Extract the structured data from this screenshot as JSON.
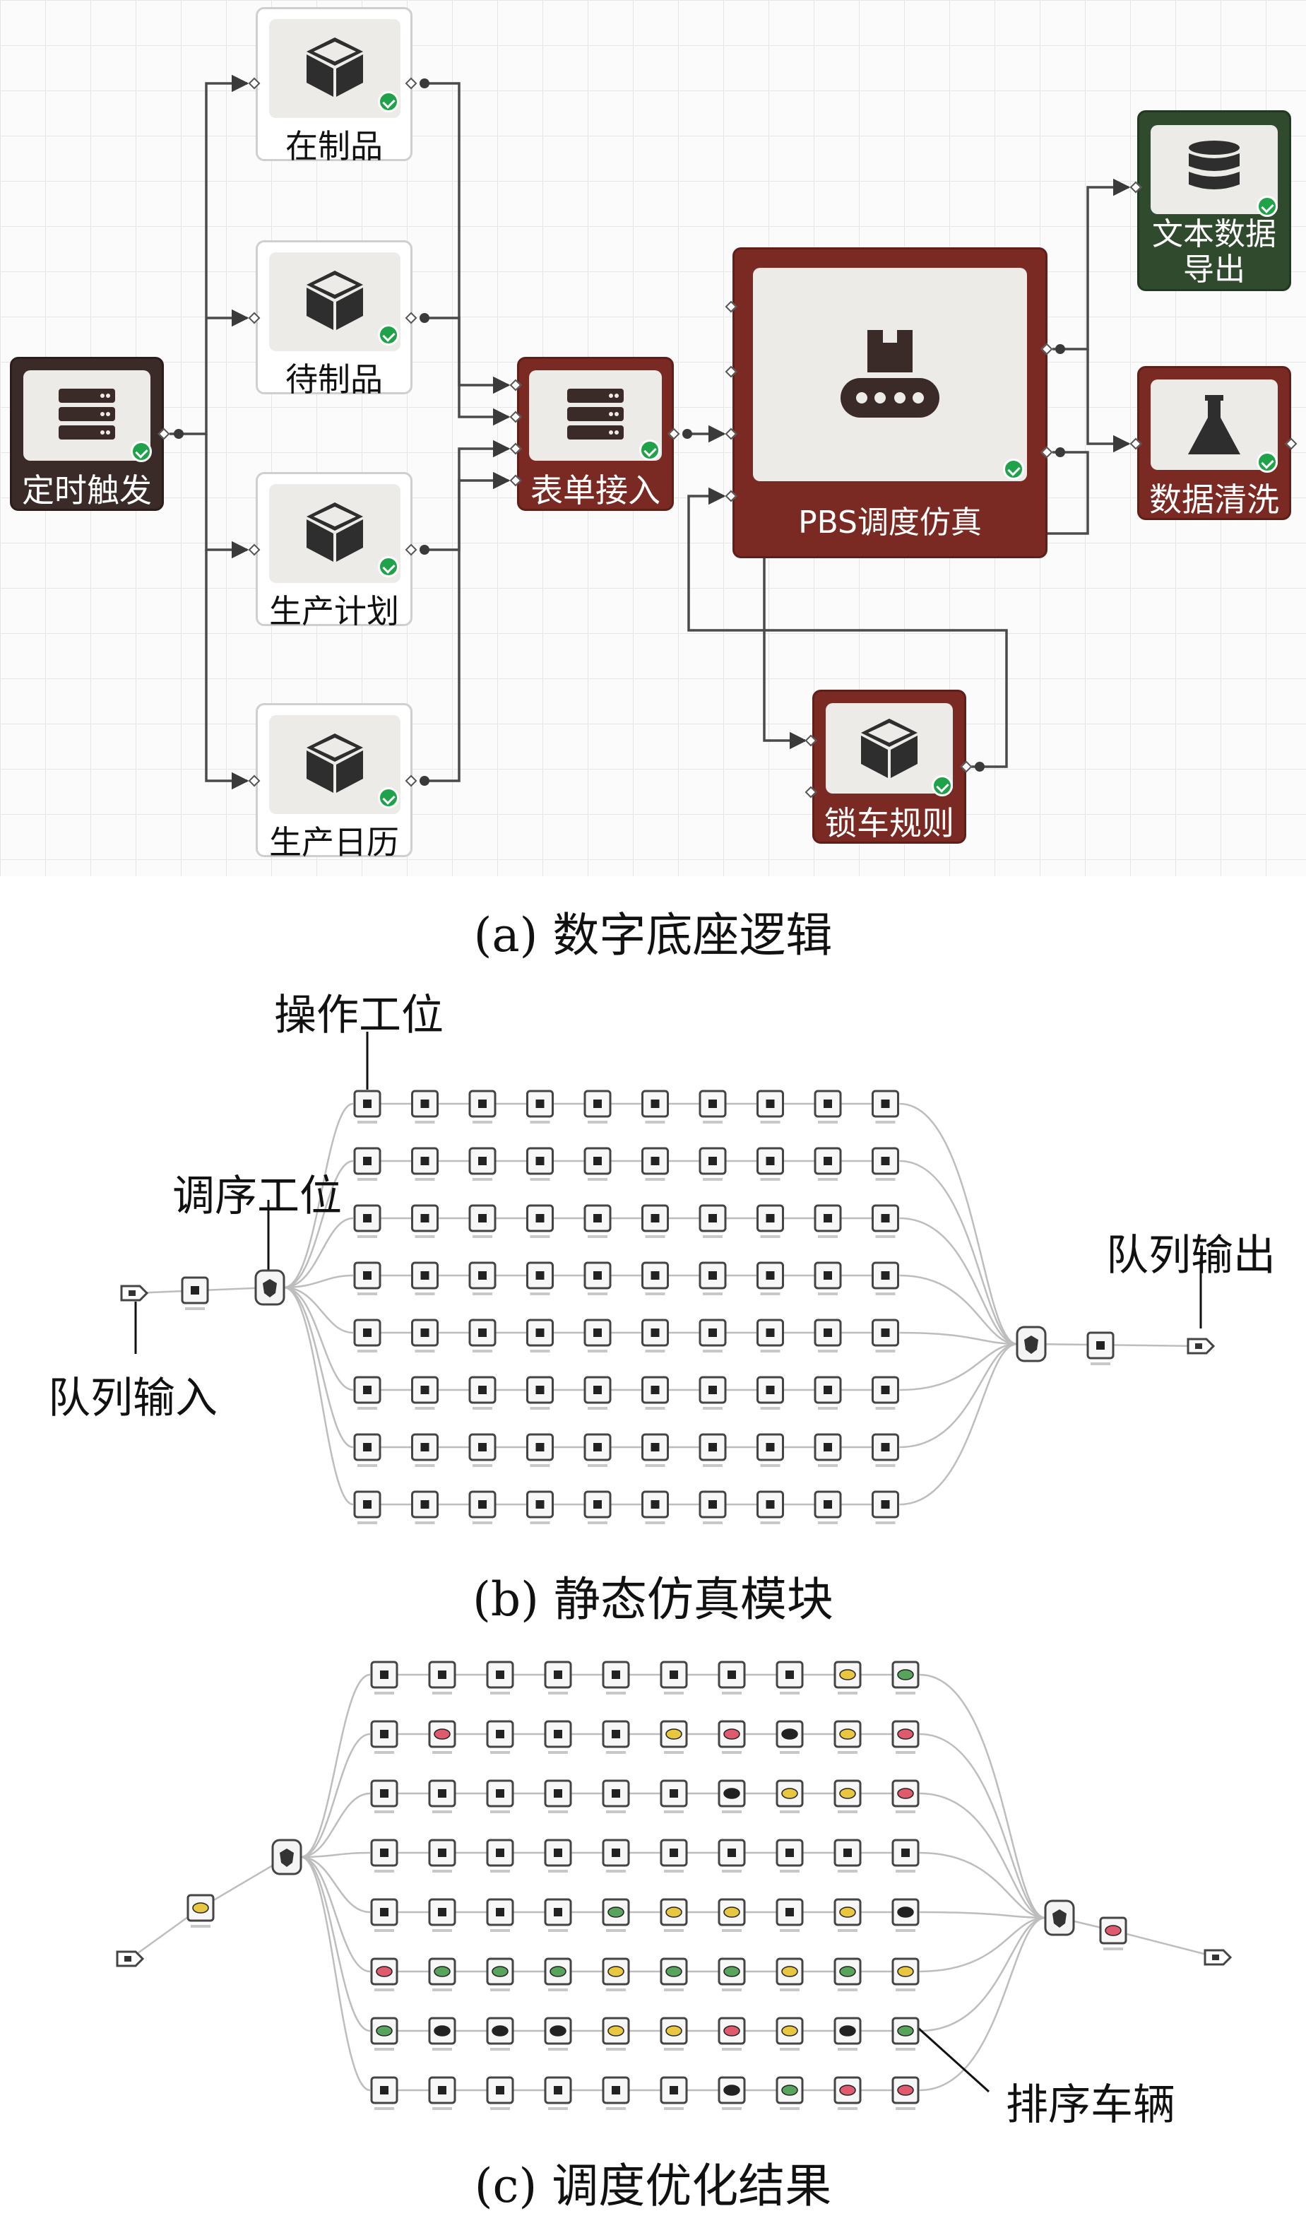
{
  "panel_a": {
    "nodes": {
      "timer": "定时触发",
      "wip": "在制品",
      "pending": "待制品",
      "plan": "生产计划",
      "calendar": "生产日历",
      "form": "表单接入",
      "pbs": "PBS调度仿真",
      "export": "文本数据\n导出",
      "clean": "数据清洗",
      "lock": "锁车规则"
    },
    "caption": "(a)  数字底座逻辑"
  },
  "panel_b": {
    "labels": {
      "operation_station": "操作工位",
      "sequencing_station": "调序工位",
      "queue_input": "队列输入",
      "queue_output": "队列输出"
    },
    "caption": "(b)  静态仿真模块"
  },
  "panel_c": {
    "labels": {
      "sorted_vehicle": "排序车辆"
    },
    "caption": "(c)  调度优化结果"
  },
  "colors": {
    "node_red": "#7a2a22",
    "node_dark": "#3a2a28",
    "node_green": "#2f4a2c",
    "check_green": "#1fa24a"
  }
}
